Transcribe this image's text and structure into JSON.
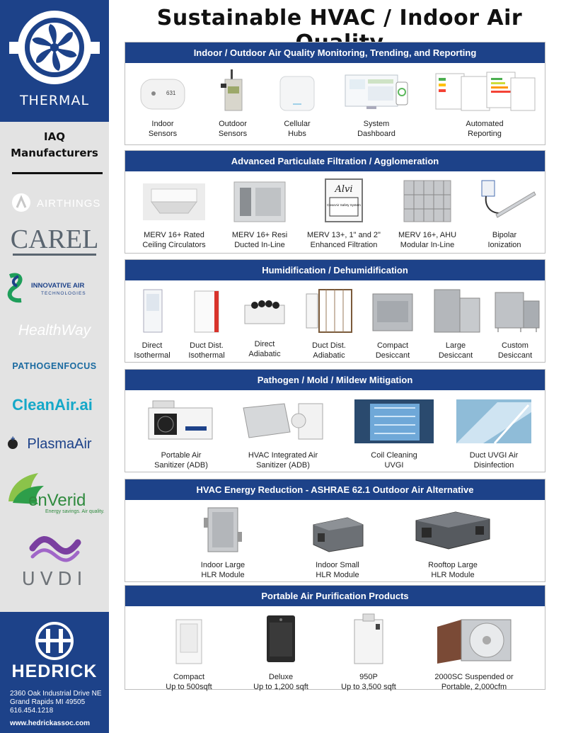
{
  "page": {
    "title": "Sustainable HVAC / Indoor Air Quality"
  },
  "sidebar": {
    "brand": "THERMAL",
    "heading_line1": "IAQ",
    "heading_line2": "Manufacturers",
    "manufacturers": [
      "AIRTHINGS",
      "CAREL",
      "INNOVATIVE AIR",
      "TECHNOLOGIES",
      "HealthWay",
      "PATHOGENFOCUS",
      "CleanAir.ai",
      "PlasmaAir",
      "enVerid",
      "Energy savings. Air quality.",
      "UVDI"
    ],
    "company": "HEDRICK",
    "address_line1": "2360 Oak Industrial Drive NE",
    "address_line2": "Grand Rapids MI 49505",
    "phone": "616.454.1218",
    "website": "www.hedrickassoc.com"
  },
  "sections": [
    {
      "title": "Indoor / Outdoor Air Quality Monitoring, Trending, and Reporting",
      "items": [
        [
          "Indoor",
          "Sensors"
        ],
        [
          "Outdoor",
          "Sensors"
        ],
        [
          "Cellular",
          "Hubs"
        ],
        [
          "System",
          "Dashboard"
        ],
        [
          "Automated",
          "Reporting"
        ]
      ]
    },
    {
      "title": "Advanced Particulate Filtration / Agglomeration",
      "items": [
        [
          "MERV 16+ Rated",
          "Ceiling Circulators"
        ],
        [
          "MERV 16+ Resi",
          "Ducted In-Line"
        ],
        [
          "MERV 13+, 1\" and 2\"",
          "Enhanced Filtration"
        ],
        [
          "MERV 16+, AHU",
          "Modular In-Line"
        ],
        [
          "Bipolar",
          "Ionization"
        ]
      ]
    },
    {
      "title": "Humidification / Dehumidification",
      "items": [
        [
          "Direct",
          "Isothermal"
        ],
        [
          "Duct Dist.",
          "Isothermal"
        ],
        [
          "Direct",
          "Adiabatic"
        ],
        [
          "Duct Dist.",
          "Adiabatic"
        ],
        [
          "Compact",
          "Desiccant"
        ],
        [
          "Large",
          "Desiccant"
        ],
        [
          "Custom",
          "Desiccant"
        ]
      ]
    },
    {
      "title": "Pathogen / Mold / Mildew Mitigation",
      "items": [
        [
          "Portable Air",
          "Sanitizer (ADB)"
        ],
        [
          "HVAC Integrated Air",
          "Sanitizer (ADB)"
        ],
        [
          "Coil Cleaning",
          "UVGI"
        ],
        [
          "Duct UVGI Air",
          "Disinfection"
        ]
      ]
    },
    {
      "title": "HVAC Energy Reduction - ASHRAE 62.1 Outdoor Air Alternative",
      "items": [
        [
          "Indoor Large",
          "HLR Module"
        ],
        [
          "Indoor Small",
          "HLR Module"
        ],
        [
          "Rooftop Large",
          "HLR Module"
        ]
      ]
    },
    {
      "title": "Portable Air Purification Products",
      "items": [
        [
          "Compact",
          "Up to 500sqft"
        ],
        [
          "Deluxe",
          "Up to 1,200 sqft"
        ],
        [
          "950P",
          "Up to 3,500 sqft"
        ],
        [
          "2000SC Suspended or",
          "Portable, 2,000cfm"
        ]
      ]
    }
  ],
  "product_labels": {
    "alvi": "Alvi",
    "cleanair_safety": "CleanAir Safety System",
    "sensor_reading": "631"
  },
  "colors": {
    "brand_blue": "#1d4289",
    "sidebar_gray": "#e3e3e3"
  }
}
